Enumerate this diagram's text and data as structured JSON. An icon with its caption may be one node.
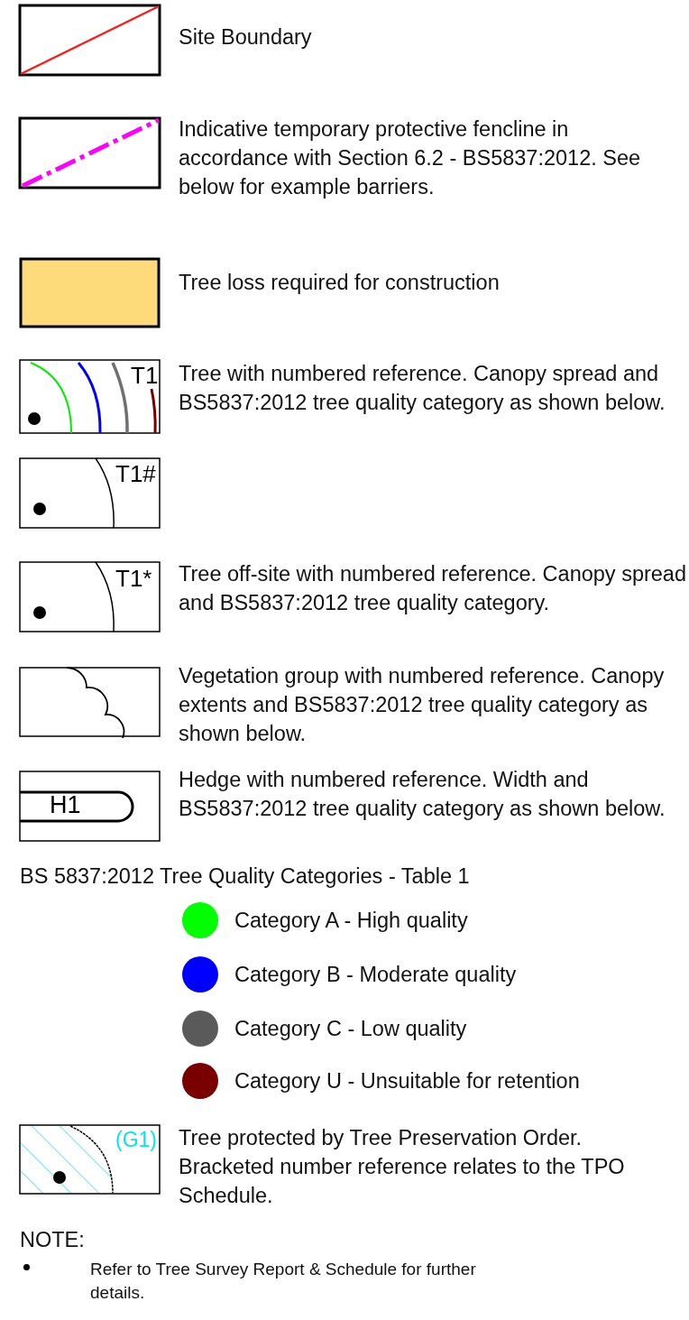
{
  "diagram": {
    "labels": [
      "T1",
      "T1#",
      "T1*",
      "H1",
      "BS 5837:2012 Tree Quality Categories - Table 1",
      "(G1)",
      "NOTE:",
      "Refer to Tree Survey Report & Schedule for further details."
    ],
    "legend": [
      {
        "text": "Site Boundary"
      },
      {
        "text": "Indicative temporary protective fencline in accordance with Section 6.2 - BS5837:2012. See below for example barriers."
      },
      {
        "text": "Tree loss required for construction",
        "color": "#fddb7a"
      },
      {
        "text": "Tree with numbered reference. Canopy spread and BS5837:2012 tree quality category as shown below."
      },
      {
        "text": "Tree off-site with numbered reference. Canopy spread and BS5837:2012 tree quality category."
      },
      {
        "text": "Vegetation group with numbered reference. Canopy extents and BS5837:2012 tree quality category as shown below."
      },
      {
        "text": "Hedge with numbered reference. Width and BS5837:2012 tree quality category as shown below."
      },
      {
        "text": "Category A - High quality",
        "color": "#00ff00"
      },
      {
        "text": "Category B - Moderate quality",
        "color": "#0000ff"
      },
      {
        "text": "Category C - Low quality",
        "color": "#5a5a5a"
      },
      {
        "text": "Category U - Unsuitable for retention",
        "color": "#7a0000"
      },
      {
        "text": "Tree protected by Tree Preservation Order. Bracketed number reference relates to the TPO Schedule."
      }
    ]
  }
}
